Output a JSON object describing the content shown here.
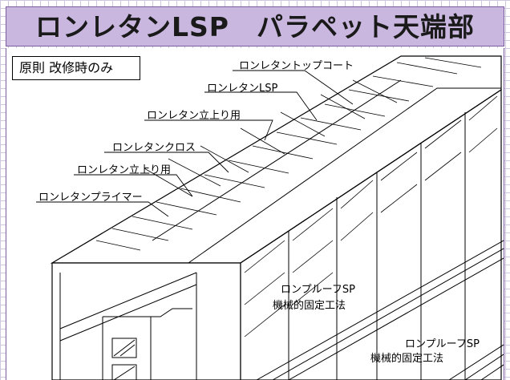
{
  "title": "ロンレタンLSP　パラペット天端部",
  "badge": "原則 改修時のみ",
  "labels": {
    "topcoat": "ロンレタントップコート",
    "lsp": "ロンレタンLSP",
    "riser1": "ロンレタン立上り用",
    "cloth": "ロンレタンクロス",
    "riser2": "ロンレタン立上り用",
    "primer": "ロンレタンプライマー",
    "roof1_line1": "ロンプルーフSP",
    "roof1_line2": "機械的固定工法",
    "roof2_line1": "ロンプルーフSP",
    "roof2_line2": "機械的固定工法"
  },
  "colors": {
    "header_bg": "#c9b7df",
    "border": "#7b5c9e",
    "line": "#000000"
  }
}
